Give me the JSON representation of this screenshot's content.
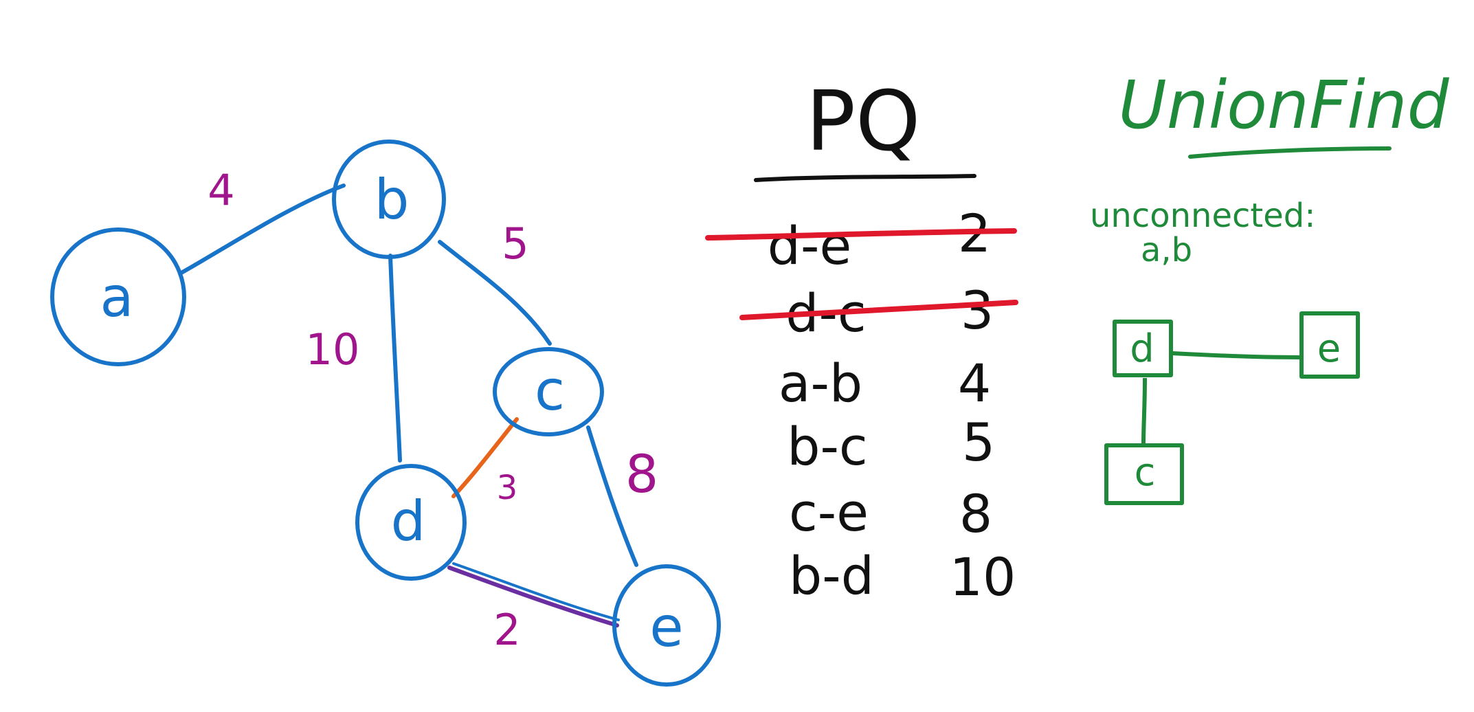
{
  "colors": {
    "graph": "#1874c8",
    "weight": "#a0148c",
    "pq": "#111111",
    "strike": "#e0182c",
    "unionfind": "#1e8a3a",
    "edge_dc": "#e8641a",
    "edge_de": "#6a2ea0"
  },
  "graph": {
    "nodes": [
      {
        "id": "a",
        "label": "a"
      },
      {
        "id": "b",
        "label": "b"
      },
      {
        "id": "c",
        "label": "c"
      },
      {
        "id": "d",
        "label": "d"
      },
      {
        "id": "e",
        "label": "e"
      }
    ],
    "edges": [
      {
        "from": "a",
        "to": "b",
        "weight": "4"
      },
      {
        "from": "b",
        "to": "c",
        "weight": "5"
      },
      {
        "from": "b",
        "to": "d",
        "weight": "10"
      },
      {
        "from": "c",
        "to": "d",
        "weight": "3"
      },
      {
        "from": "c",
        "to": "e",
        "weight": "8"
      },
      {
        "from": "d",
        "to": "e",
        "weight": "2"
      }
    ]
  },
  "pq": {
    "title": "PQ",
    "rows": [
      {
        "edge": "d-e",
        "weight": "2",
        "struck": true
      },
      {
        "edge": "d-c",
        "weight": "3",
        "struck": true
      },
      {
        "edge": "a-b",
        "weight": "4",
        "struck": false
      },
      {
        "edge": "b-c",
        "weight": "5",
        "struck": false
      },
      {
        "edge": "c-e",
        "weight": "8",
        "struck": false
      },
      {
        "edge": "b-d",
        "weight": "10",
        "struck": false
      }
    ]
  },
  "union_find": {
    "title": "UnionFind",
    "unconnected_label": "unconnected:",
    "unconnected_nodes": "a,b",
    "boxes": [
      {
        "id": "d",
        "label": "d"
      },
      {
        "id": "e",
        "label": "e"
      },
      {
        "id": "c",
        "label": "c"
      }
    ]
  }
}
